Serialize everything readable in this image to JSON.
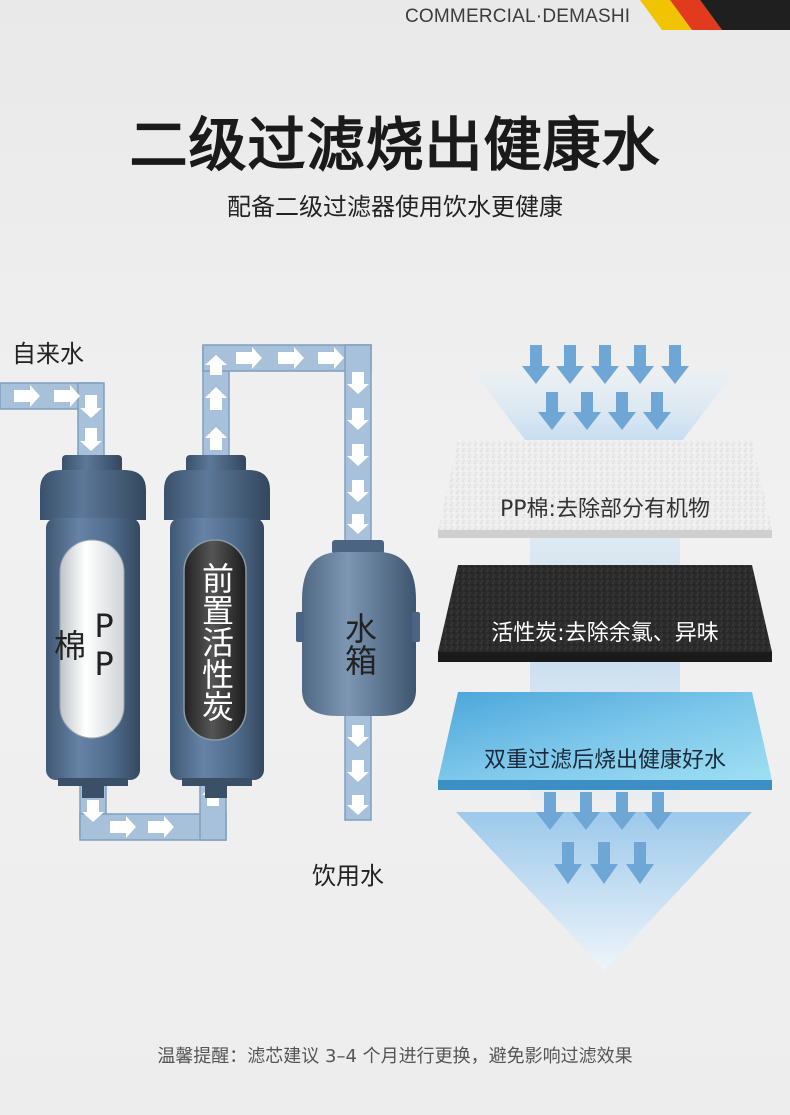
{
  "header": {
    "brand": "COMMERCIAL·DEMASHI",
    "stripe_colors": [
      "#f2c300",
      "#e23a1d",
      "#1f1f1f"
    ]
  },
  "hero": {
    "title": "二级过滤烧出健康水",
    "subtitle": "配备二级过滤器使用饮水更健康"
  },
  "diagram": {
    "inlet_label": "自来水",
    "outlet_label": "饮用水",
    "cartridge_1_label": "PP棉",
    "cartridge_2_label": "前置活性炭",
    "tank_label": "水箱",
    "colors": {
      "pipe": "#9fbbd6",
      "cartridge": "#4e6a8a",
      "arrow": "#ffffff"
    }
  },
  "layers": [
    {
      "label": "PP棉:去除部分有机物",
      "color": "#f2f2f2",
      "text_color": "#333333"
    },
    {
      "label": "活性炭:去除余氯、异味",
      "color": "#2a2a2a",
      "text_color": "#ffffff"
    },
    {
      "label": "双重过滤后烧出健康好水",
      "color": "#5fb6e2",
      "text_color": "#1b2a3a"
    }
  ],
  "footer": {
    "tip": "温馨提醒：滤芯建议 3–4 个月进行更换，避免影响过滤效果"
  }
}
